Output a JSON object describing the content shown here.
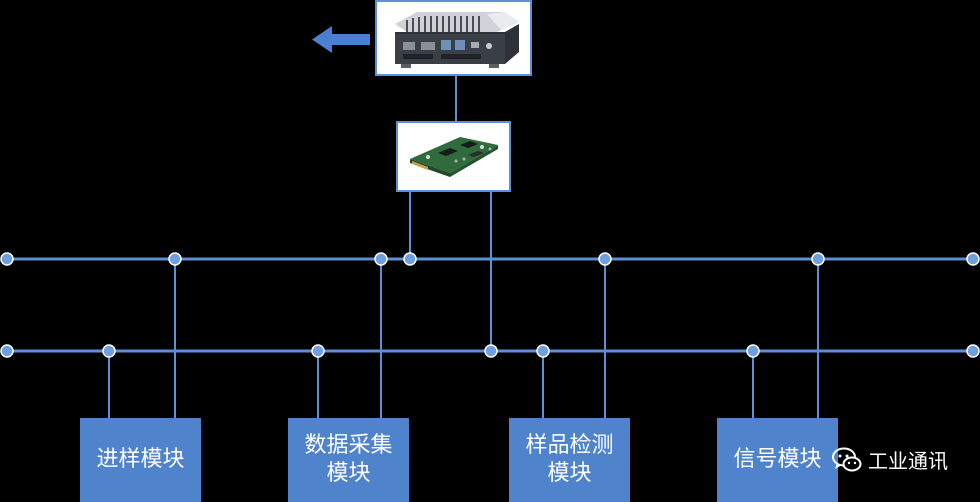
{
  "colors": {
    "background": "#000000",
    "bus_line": "#5b8fd6",
    "node": "#6f9fe0",
    "module_fill": "#4f83cc",
    "module_text": "#ffffff",
    "arrow": "#4a7fd1"
  },
  "devices": {
    "controller": {
      "icon": "industrial-pc-image"
    },
    "card": {
      "icon": "communication-card-image"
    }
  },
  "modules": [
    {
      "id": "sampling",
      "lines": [
        "进样模块"
      ]
    },
    {
      "id": "data-acq",
      "lines": [
        "数据采集",
        "模块"
      ]
    },
    {
      "id": "sample-detect",
      "lines": [
        "样品检测",
        "模块"
      ]
    },
    {
      "id": "signal",
      "lines": [
        "信号模块"
      ]
    }
  ],
  "watermark": {
    "text": "工业通讯",
    "icon": "wechat-icon"
  }
}
